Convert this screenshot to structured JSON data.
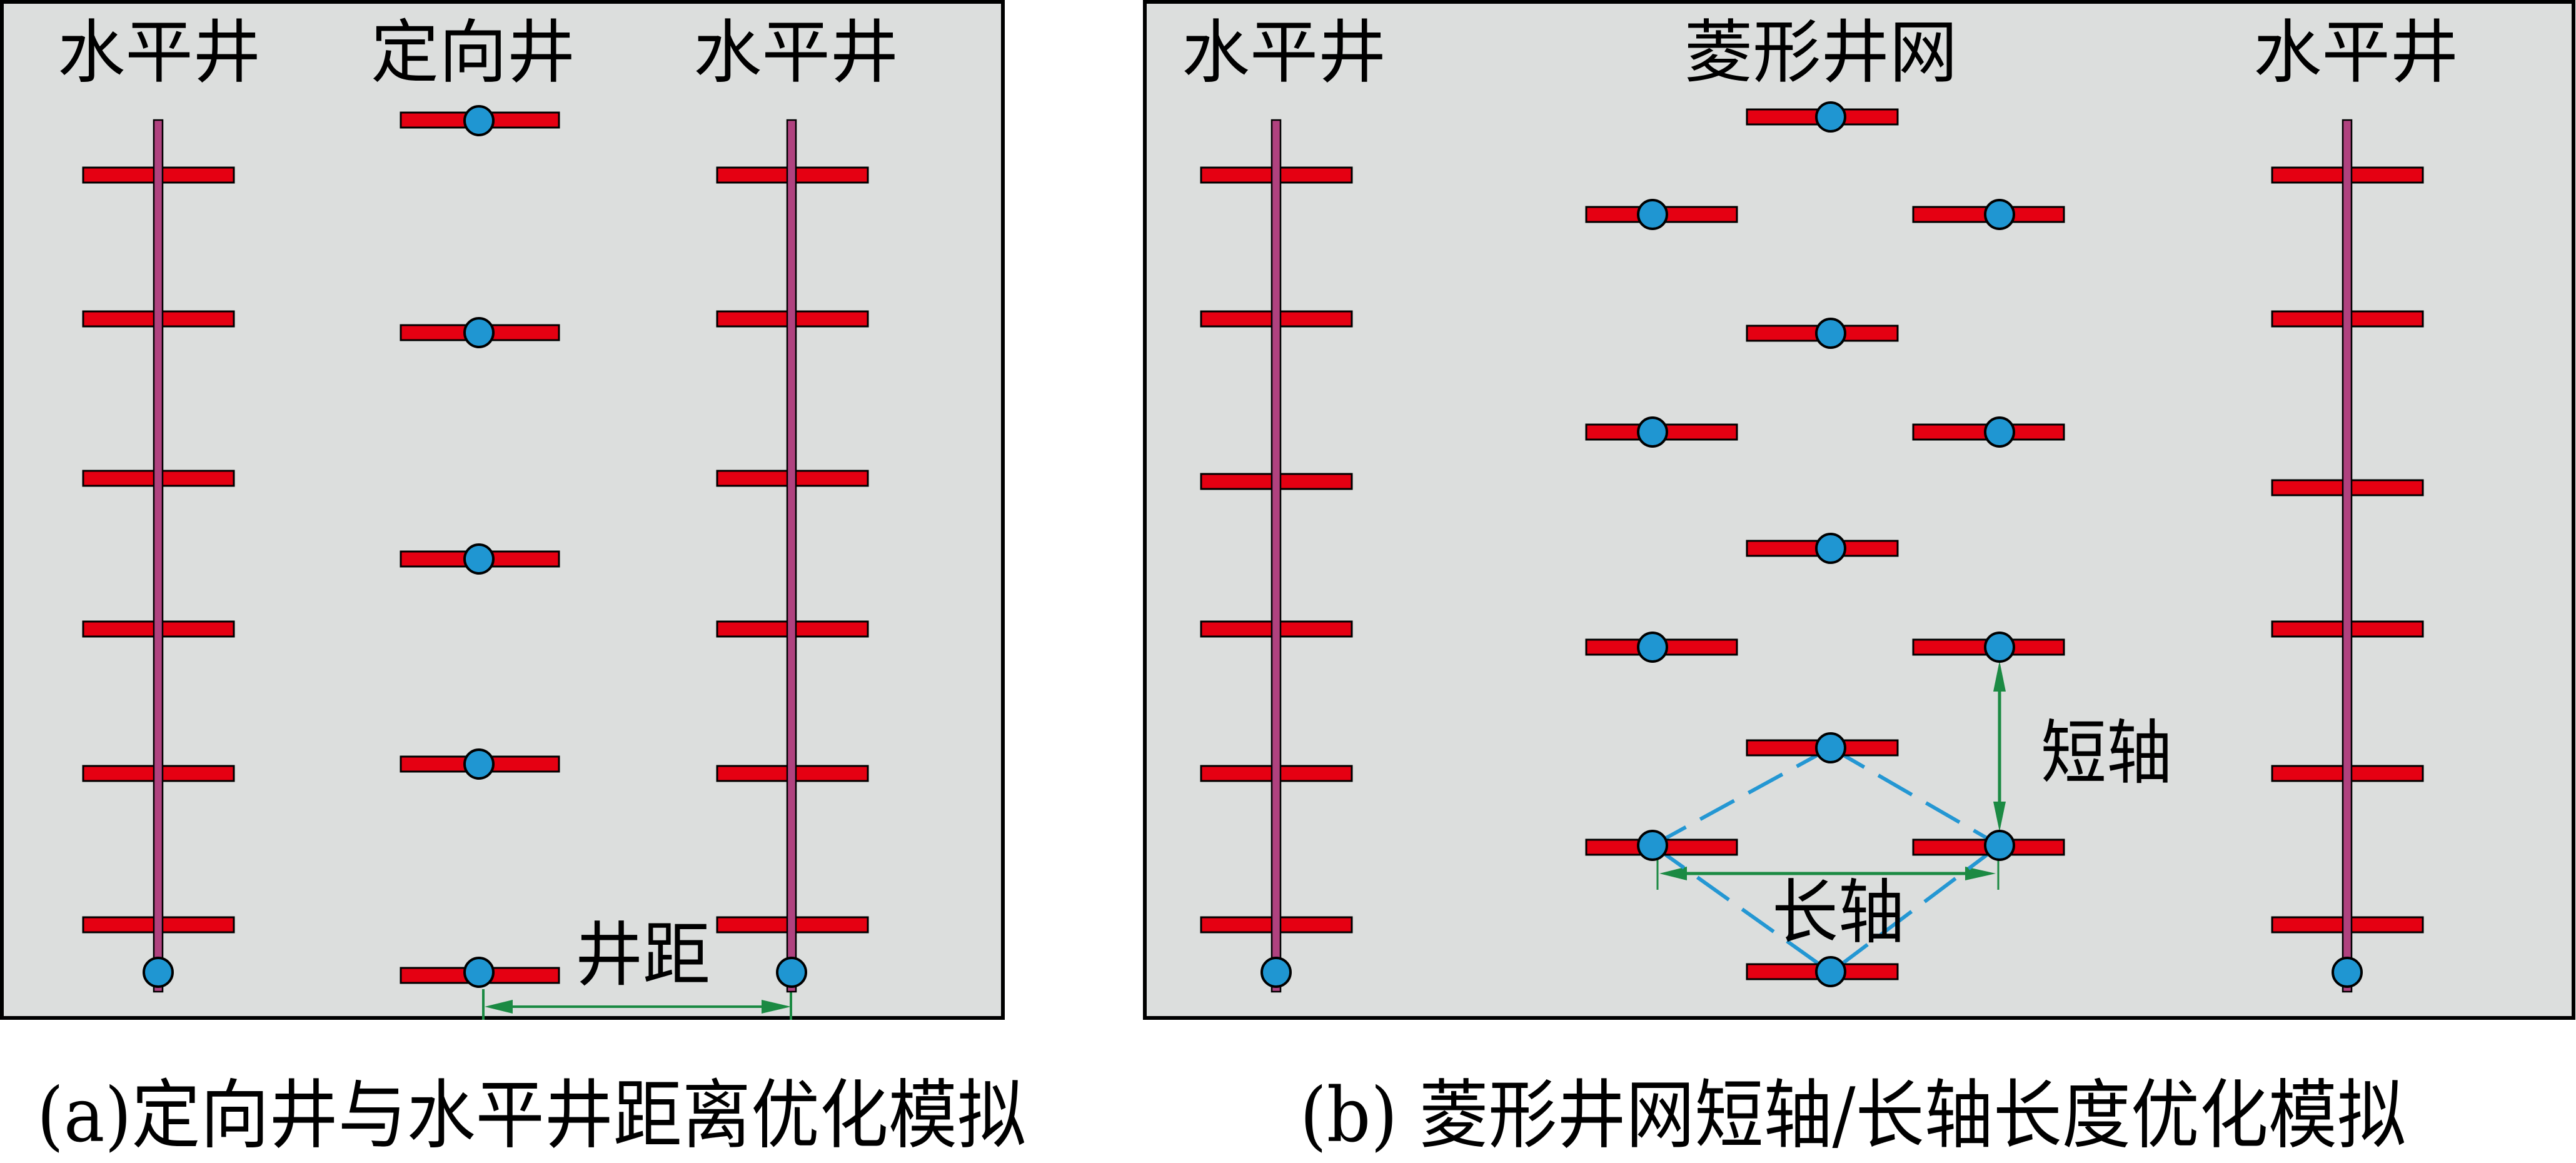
{
  "panel_a": {
    "title_labels": [
      "水平井",
      "定向井",
      "水平井"
    ],
    "annotation": {
      "well_spacing": "井距"
    },
    "caption": "(a)定向井与水平井距离优化模拟",
    "counts": {
      "horizontal_wells": 2,
      "fracture_stages_per_horizontal_well": 6,
      "directional_wells": 5
    }
  },
  "panel_b": {
    "title_labels": [
      "水平井",
      "菱形井网",
      "水平井"
    ],
    "annotation": {
      "short_axis": "短轴",
      "long_axis": "长轴"
    },
    "caption": "(b) 菱形井网短轴/长轴长度优化模拟",
    "counts": {
      "horizontal_wells": 2,
      "fracture_stages_per_horizontal_well": 6,
      "rhombus_pattern_wells": 13
    }
  },
  "colors": {
    "page_background": "#ffffff",
    "panel_background": "#dcdedd",
    "fracture": "#e50012",
    "horizontal_wellbore": "#b0427f",
    "wellhead": "#1f96d2",
    "dimension_arrow": "#1b8a43",
    "rhombus_outline": "#2497d3",
    "outline": "#000000"
  }
}
